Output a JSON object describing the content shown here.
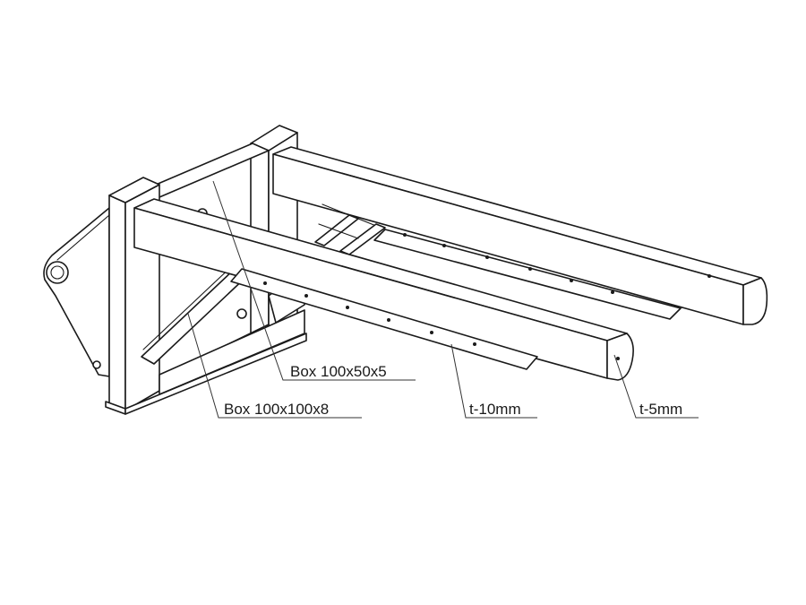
{
  "callouts": {
    "box_small": "Box 100x50x5",
    "box_large": "Box 100x100x8",
    "plate_thick": "t-10mm",
    "plate_thin": "t-5mm"
  },
  "colors": {
    "line": "#1a1a1a",
    "leader": "#333333",
    "background": "#ffffff"
  }
}
